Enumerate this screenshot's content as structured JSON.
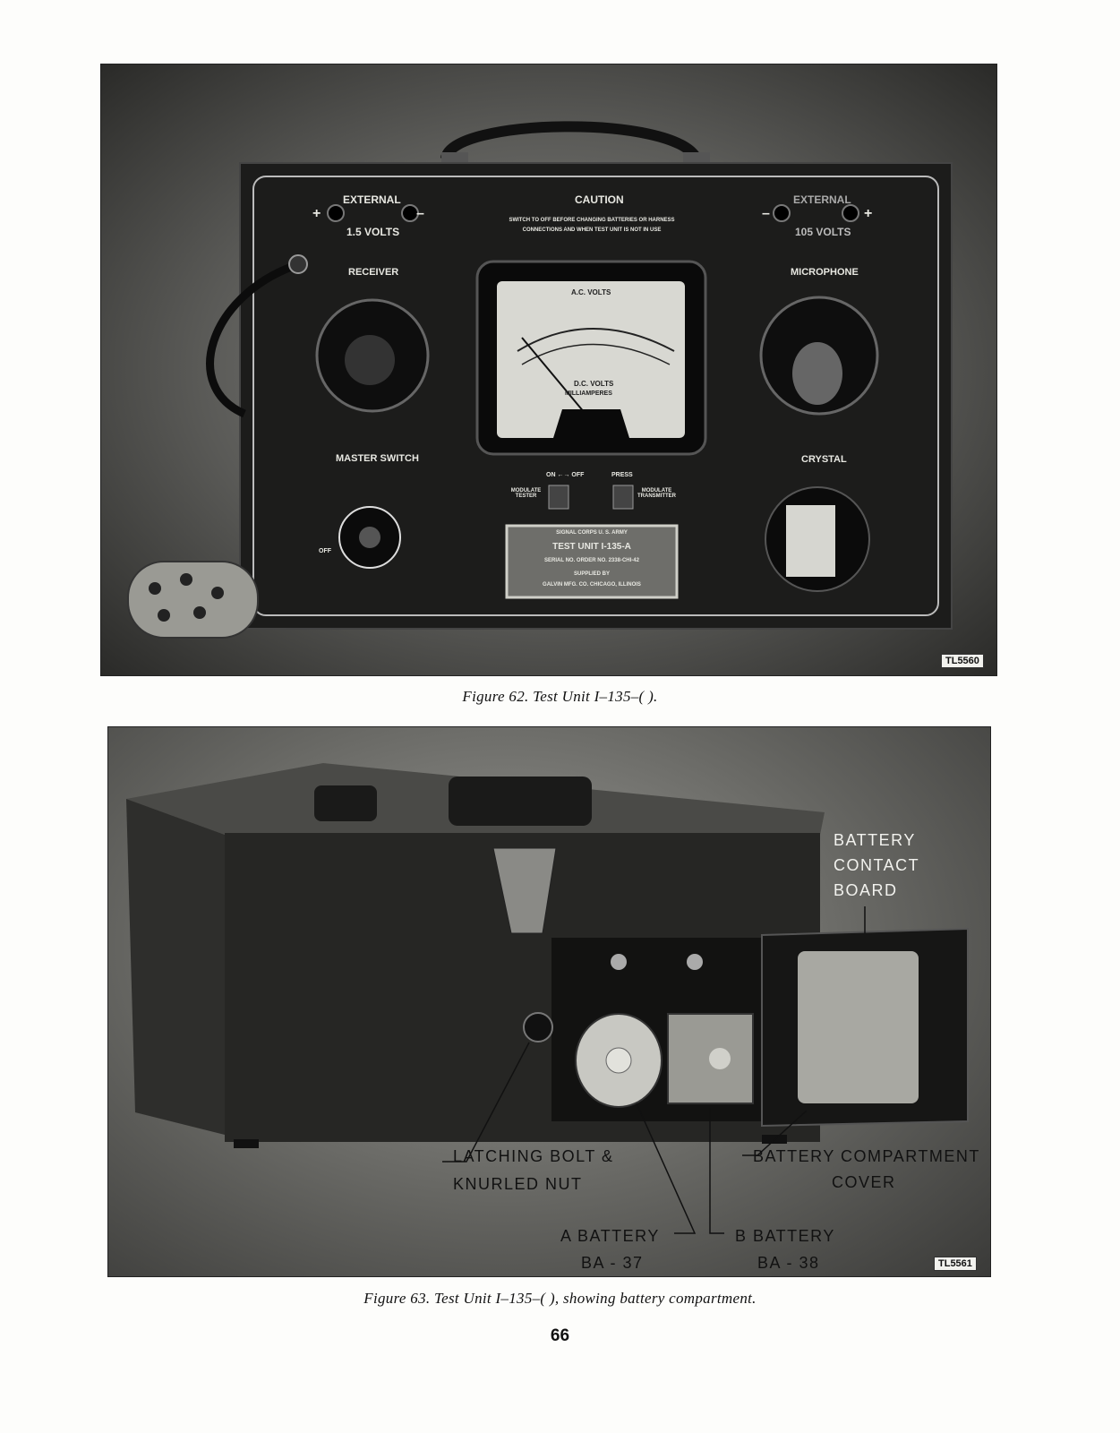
{
  "figure62": {
    "caption": "Figure 62.  Test Unit I–135–(   ).",
    "tag": "TL5560",
    "panel": {
      "external_left": "EXTERNAL",
      "volts_left": "1.5 VOLTS",
      "plus": "+",
      "minus": "–",
      "caution": "CAUTION",
      "caution_text_1": "SWITCH TO OFF BEFORE CHANGING BATTERIES OR HARNESS",
      "caution_text_2": "CONNECTIONS AND WHEN TEST UNIT IS NOT IN USE",
      "external_right": "EXTERNAL",
      "volts_right": "105 VOLTS",
      "receiver": "RECEIVER",
      "microphone": "MICROPHONE",
      "meter_top": "A.C. VOLTS",
      "meter_bottom_1": "D.C. VOLTS",
      "meter_bottom_2": "MILLIAMPERES",
      "master_switch": "MASTER SWITCH",
      "crystal": "CRYSTAL",
      "on_off": "ON ←→ OFF",
      "press": "PRESS",
      "modulate_tester": "MODULATE TESTER",
      "modulate_transmitter": "MODULATE TRANSMITTER",
      "switch_off": "OFF",
      "nameplate_1": "SIGNAL CORPS     U. S. ARMY",
      "nameplate_2": "TEST UNIT I-135-A",
      "nameplate_3": "SERIAL NO.        ORDER NO. 2338-CHI-42",
      "nameplate_4": "SUPPLIED BY",
      "nameplate_5": "GALVIN MFG. CO.   CHICAGO, ILLINOIS"
    }
  },
  "figure63": {
    "caption": "Figure 63.  Test Unit I–135–(   ), showing battery compartment.",
    "tag": "TL5561",
    "labels": {
      "contact_board_1": "BATTERY",
      "contact_board_2": "CONTACT",
      "contact_board_3": "BOARD",
      "latching_1": "LATCHING  BOLT  &",
      "latching_2": "KNURLED  NUT",
      "cover_1": "BATTERY  COMPARTMENT",
      "cover_2": "COVER",
      "a_battery_1": "A  BATTERY",
      "a_battery_2": "BA - 37",
      "b_battery_1": "B  BATTERY",
      "b_battery_2": "BA - 38"
    }
  },
  "page_number": "66"
}
